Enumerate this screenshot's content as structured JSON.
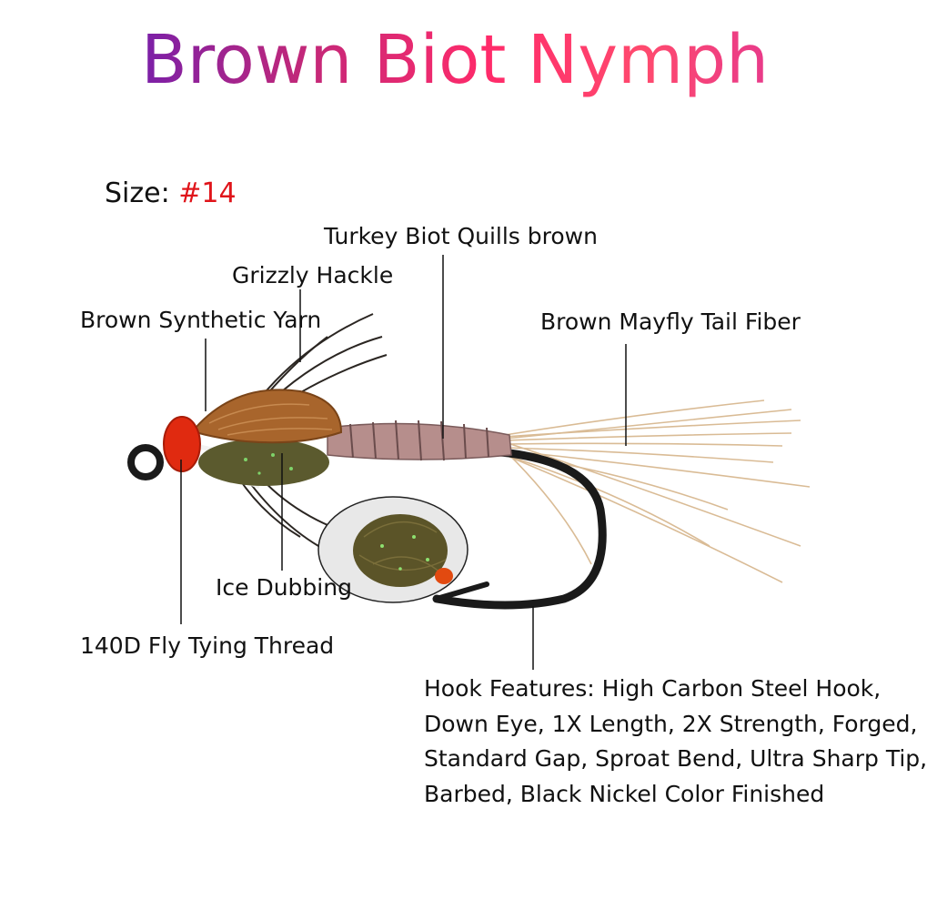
{
  "title": "Brown Biot Nymph",
  "size": {
    "label": "Size:",
    "value": "#14",
    "value_color": "#e0141a"
  },
  "labels": {
    "turkey_biot": "Turkey Biot Quills brown",
    "grizzly_hackle": "Grizzly Hackle",
    "synthetic_yarn": "Brown Synthetic Yarn",
    "mayfly_tail": "Brown Mayfly Tail Fiber",
    "ice_dubbing": "Ice Dubbing",
    "thread": "140D Fly Tying Thread"
  },
  "hook_features": [
    "Hook Features: High Carbon Steel Hook,",
    "Down Eye, 1X Length, 2X Strength, Forged,",
    "Standard Gap, Sproat Bend, Ultra Sharp Tip,",
    "Barbed, Black Nickel Color Finished"
  ]
}
